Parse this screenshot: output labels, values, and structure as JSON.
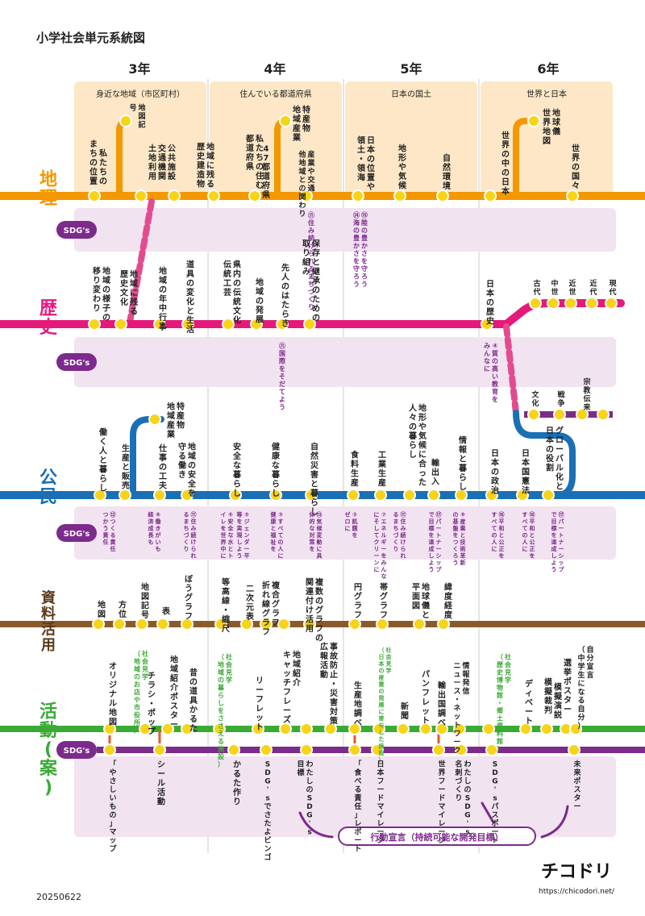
{
  "title": "小学社会単元系統図",
  "date": "20250622",
  "grades": [
    "3年",
    "4年",
    "5年",
    "6年"
  ],
  "brand": {
    "name": "チコドリ",
    "url": "https://chicodori.net/"
  },
  "colors": {
    "geo": "#f39800",
    "history": "#e5197a",
    "civics": "#1a6fb5",
    "materials": "#8b5a2b",
    "activity": "#3aaa35",
    "sdg": "#7c2a8c",
    "band": "#f2e3f1",
    "unitbg": "#fde7c6",
    "station": "#f7d417",
    "connector": "#e24c8f"
  },
  "units": [
    "身近な地域（市区町村）",
    "住んでいる都道府県",
    "日本の国土",
    "世界と日本"
  ],
  "lines": {
    "geo": {
      "label": "地理"
    },
    "history": {
      "label": "歴史"
    },
    "civics": {
      "label": "公民"
    },
    "materials": {
      "label": "資料活用"
    },
    "activity": {
      "label": "活動(案)"
    }
  },
  "sdg_tag": "SDG's",
  "geo_stations": [
    "私たちのまちの位置",
    "地図記号",
    "公共施設交通機関土地利用",
    "地域に残る歴史建造物",
    "私たちの住む都道府県",
    "47都道府県",
    "特産物地域産業",
    "産業や交通他地域との関わり",
    "日本の位置や領土・領海",
    "地形や気候",
    "自然環境",
    "世界の中の日本",
    "地球儀世界地図",
    "世界の国々"
  ],
  "geo_sdgs": [
    "⑪住み続けられるまちづくり",
    "⑮陸の豊かさを守ろう⑭海の豊かさを守ろう"
  ],
  "history_stations": [
    "地域の様子の移り変わり",
    "地域に残る歴史文化",
    "地域の年中行事",
    "道具の変化と生活",
    "県内の伝統文化伝統工芸",
    "地域の発展",
    "先人のはたらき",
    "保存と継承のための取り組み",
    "日本の歴史",
    "古代",
    "中世",
    "近世",
    "近代",
    "現代"
  ],
  "history_sdgs": [
    "⑪国際をそだてよう",
    "④質の高い教育をみんなに"
  ],
  "civics_stations": [
    "働く人と暮らし",
    "生産と販売",
    "特産物地域産業",
    "仕事の工夫",
    "地域の安全を守る働き",
    "安全な暮らし",
    "健康な暮らし",
    "自然災害と暮らし",
    "食料生産",
    "工業生産",
    "地形や気候に合った人々の暮らし",
    "輸出入",
    "情報と暮らし",
    "日本の政治",
    "日本国憲法",
    "グローバル化と日本の役割",
    "文化",
    "戦争",
    "宗教伝来"
  ],
  "civics_sdgs": [
    "⑫つくる責任つかう責任",
    "⑧働きがいも経済成長も",
    "⑪住み続けられるまちづくり",
    "⑥安全な水とトイレを世界中に",
    "⑤ジェンダー平等を実現しよう",
    "③すべての人に健康と福祉を",
    "⑬気候変動に具体的な対策を",
    "②飢餓をゼロに",
    "⑦エネルギーをみんなにそしてクリーンに",
    "⑪住み続けられるまちづくり",
    "⑰パートナーシップで目標を達成しよう",
    "⑨産業と技術革新の基盤をつくろう",
    "⑯平和と公正をすべての人に",
    "⑯平和と公正をすべての人に",
    "⑰パートナーシップで目標を達成しよう"
  ],
  "materials_stations": [
    "地図",
    "方位",
    "地図記号",
    "表",
    "ぼうグラフ",
    "等高線・縮尺",
    "二次元表",
    "折れ線グラフ",
    "複合グラフ",
    "複数のグラフの関連付け活用",
    "円グラフ",
    "帯グラフ",
    "地球儀と平面図",
    "緯度経度"
  ],
  "activity_stations": [
    "オリジナル地図",
    "社会見学（地域のお店や市役所）",
    "チラシ・ポップ",
    "地域紹介ポスター",
    "昔の道具かるた",
    "社会見学（地域の暮らしをささえる施設）",
    "リーフレット",
    "地域紹介キャッチフレーズ",
    "事故防止・災害対策広報活動",
    "生産地調べ",
    "社会見学（日本の産業の発展に寄与した施設）",
    "新聞",
    "パンフレット",
    "輸出国調べ",
    "情報発信ニュース・ネットワーク",
    "社会見学（歴史博物館・郷土資料館）",
    "ディベート",
    "模擬裁判",
    "選挙ポスター",
    "模擬演説",
    "自分宣言（中学生になる自分）"
  ],
  "sdg_activities": [
    "「やさしいもの」マップ",
    "シール活動",
    "かるた作り",
    "SDG'sでさたよビンゴ",
    "わたしのSDG's目標",
    "「食べる責任」レポート",
    "日本フードマイレージ",
    "世界フードマイレージ",
    "わたしのSDG's名刺づくり",
    "SDG'sパスポート",
    "未来ポスター"
  ],
  "goal": "行動宣言（持続可能な開発目標）"
}
